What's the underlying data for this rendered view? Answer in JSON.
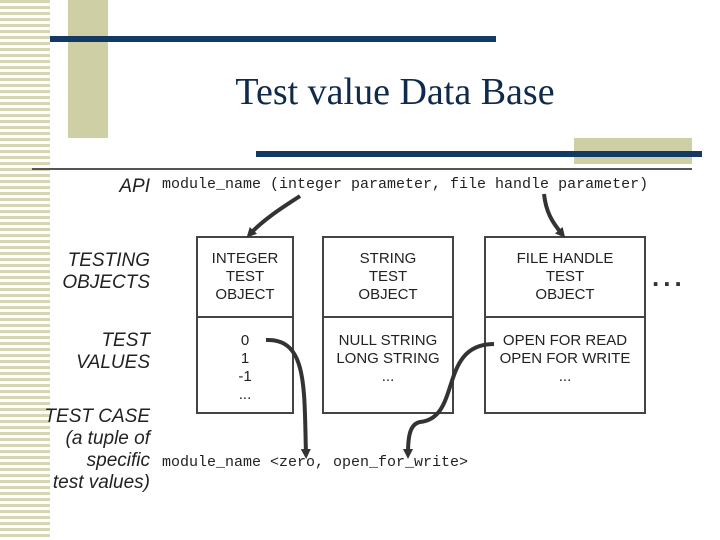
{
  "title": "Test value Data Base",
  "labels": {
    "api": "API",
    "testing_objects": [
      "TESTING",
      "OBJECTS"
    ],
    "test_values": [
      "TEST",
      "VALUES"
    ],
    "test_case": [
      "TEST CASE",
      "(a tuple of",
      "specific",
      "test values)"
    ]
  },
  "api_signature": "module_name (integer parameter, file handle parameter)",
  "objects": [
    {
      "name": [
        "INTEGER",
        "TEST",
        "OBJECT"
      ],
      "values": [
        "0",
        "1",
        "-1",
        "..."
      ]
    },
    {
      "name": [
        "STRING",
        "TEST",
        "OBJECT"
      ],
      "values": [
        "NULL STRING",
        "LONG STRING",
        "..."
      ]
    },
    {
      "name": [
        "FILE HANDLE",
        "TEST",
        "OBJECT"
      ],
      "values": [
        "OPEN FOR READ",
        "OPEN FOR WRITE",
        "..."
      ]
    }
  ],
  "ellipsis": "...",
  "test_case_code": "module_name <zero, open_for_write>"
}
